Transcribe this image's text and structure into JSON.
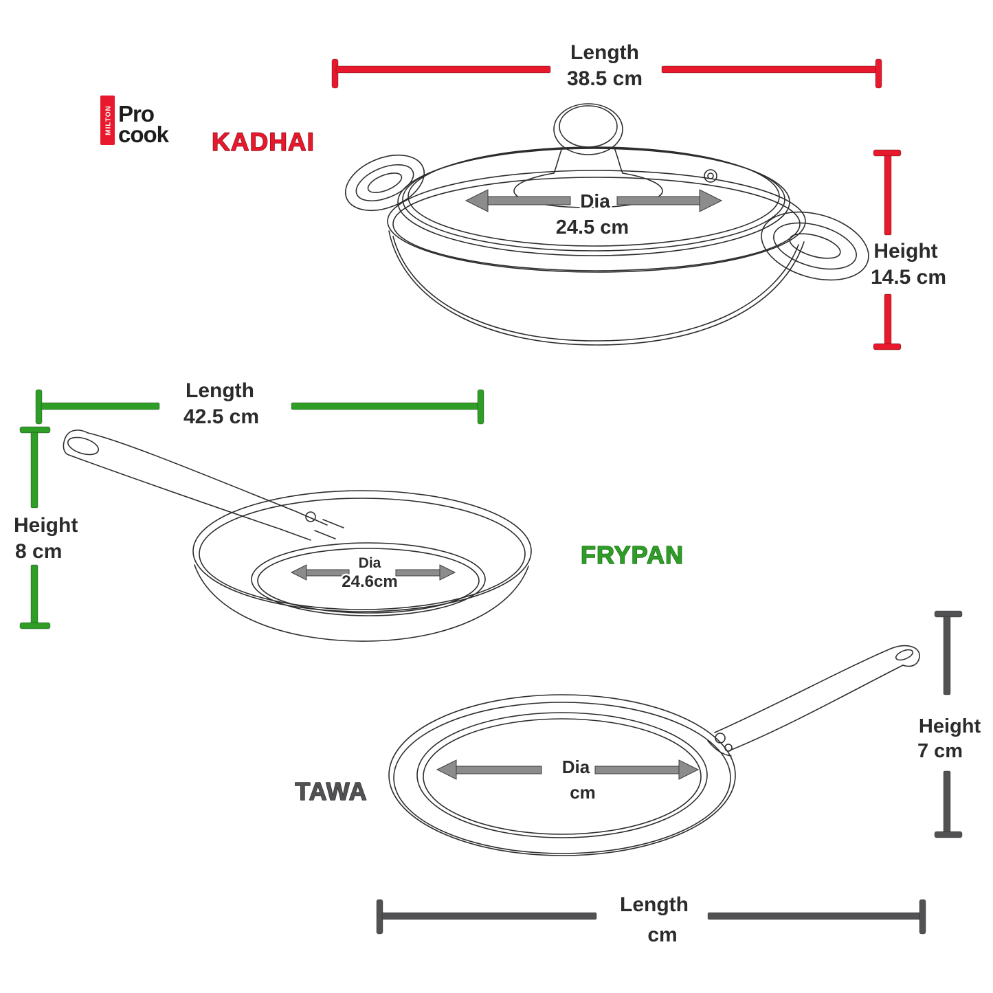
{
  "background": "#ffffff",
  "logo": {
    "vertical_text": "MILTON",
    "line1": "Pro",
    "line2": "cook",
    "bar_color": "#e8192c",
    "text_color": "#1c1c1c"
  },
  "products": [
    {
      "id": "kadhai",
      "label": "KADHAI",
      "color": "#e8192c",
      "dims": {
        "length": {
          "label": "Length",
          "value": "38.5 cm"
        },
        "dia": {
          "label": "Dia",
          "value": "24.5 cm"
        },
        "height": {
          "label": "Height",
          "value": "14.5 cm"
        }
      }
    },
    {
      "id": "frypan",
      "label": "FRYPAN",
      "color": "#2f9e27",
      "dims": {
        "length": {
          "label": "Length",
          "value": "42.5 cm"
        },
        "dia": {
          "label": "Dia",
          "value": "24.6cm"
        },
        "height": {
          "label": "Height",
          "value": "8 cm"
        }
      }
    },
    {
      "id": "tawa",
      "label": "TAWA",
      "color": "#525254",
      "dims": {
        "length": {
          "label": "Length",
          "value": "cm"
        },
        "dia": {
          "label": "Dia",
          "value": "cm"
        },
        "height": {
          "label": "Height",
          "value": "7 cm"
        }
      }
    }
  ],
  "annotation_text_color": "#2b2b2b",
  "arrow_color": "#8c8c8c"
}
